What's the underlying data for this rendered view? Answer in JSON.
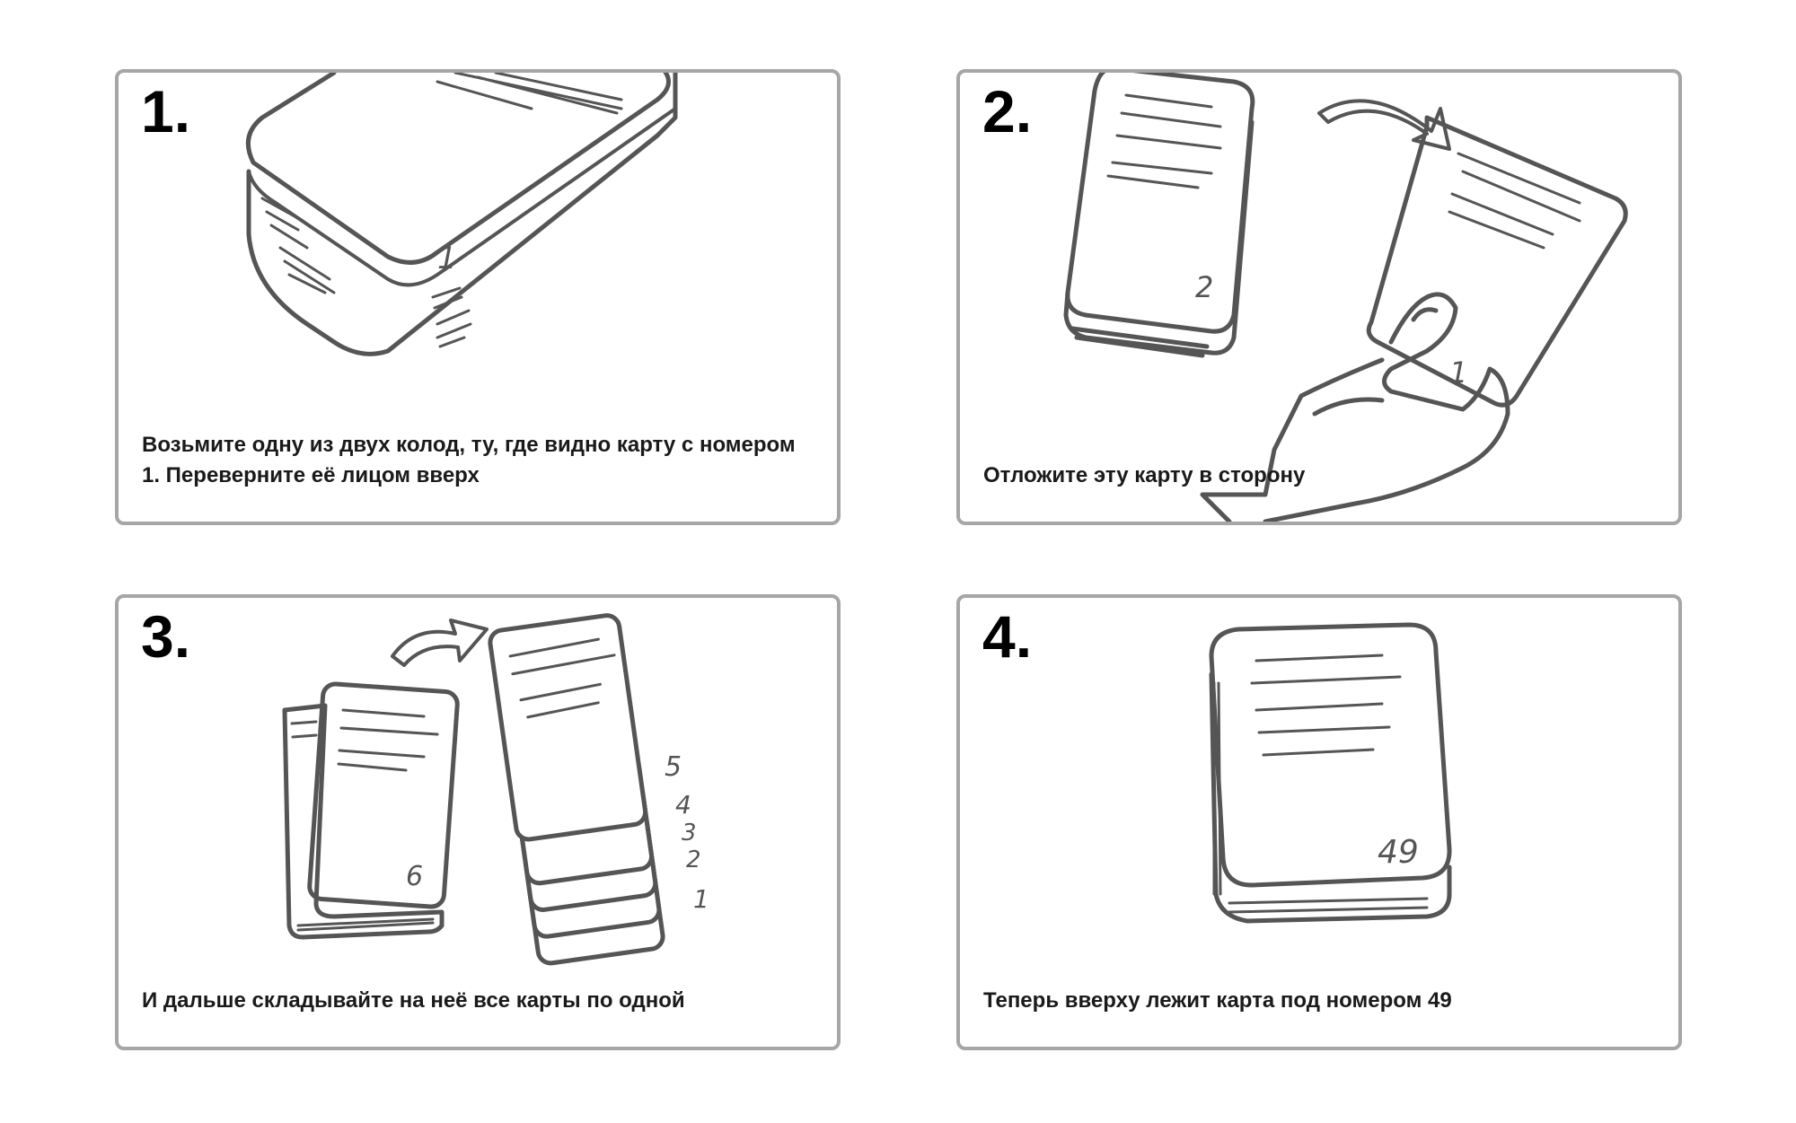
{
  "steps": [
    {
      "number": "1.",
      "caption": "Возьмите одну из двух колод, ту, где видно карту с номером 1. Переверните её лицом вверх",
      "card_labels": [
        "1"
      ]
    },
    {
      "number": "2.",
      "caption": "Отложите эту карту в сторону",
      "card_labels": [
        "2",
        "1"
      ]
    },
    {
      "number": "3.",
      "caption": "И дальше складывайте на неё все карты по одной",
      "card_labels": [
        "6",
        "5",
        "4",
        "3",
        "2",
        "1"
      ]
    },
    {
      "number": "4.",
      "caption": "Теперь вверху лежит карта под номером 49",
      "card_labels": [
        "49"
      ]
    }
  ],
  "colors": {
    "stroke": "#555555",
    "border": "#a6a6a6",
    "text": "#1a1a1a"
  }
}
